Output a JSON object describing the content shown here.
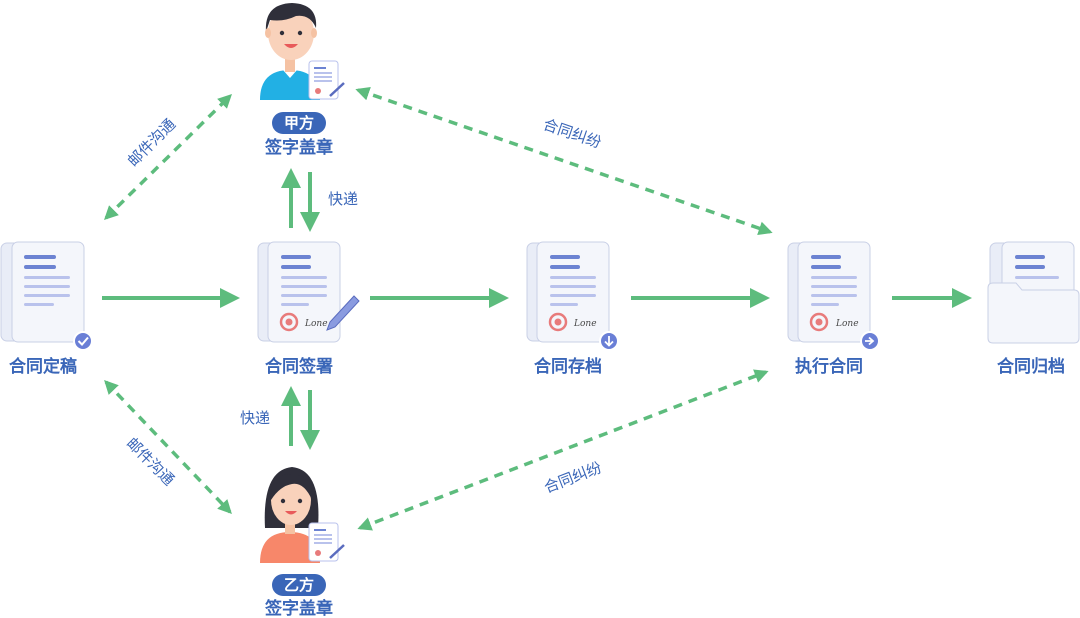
{
  "colors": {
    "arrow": "#5dbc7d",
    "text": "#3a66b8",
    "tag_bg": "#3a66b8",
    "doc_line_dark": "#6c83d2",
    "doc_line_light": "#b9c2ec",
    "doc_bg": "#f4f6fb",
    "doc_border": "#c9d0e6",
    "seal": "#e87b7b",
    "badge": "#6a7fd6"
  },
  "nodes": {
    "draft": {
      "label": "合同定稿",
      "icon": "document-check-icon"
    },
    "sign": {
      "label": "合同签署",
      "icon": "document-signing-icon"
    },
    "store": {
      "label": "合同存档",
      "icon": "document-download-icon"
    },
    "execute": {
      "label": "执行合同",
      "icon": "document-forward-icon"
    },
    "archive": {
      "label": "合同归档",
      "icon": "folder-icon"
    }
  },
  "parties": {
    "a": {
      "tag": "甲方",
      "role": "签字盖章",
      "icon": "man-avatar-icon"
    },
    "b": {
      "tag": "乙方",
      "role": "签字盖章",
      "icon": "woman-avatar-icon"
    }
  },
  "edges": {
    "mail_top": "邮件沟通",
    "mail_bottom": "邮件沟通",
    "express_top": "快递",
    "express_bottom": "快递",
    "dispute_top": "合同纠纷",
    "dispute_bottom": "合同纠纷",
    "doc_signature_text": "Lone"
  }
}
